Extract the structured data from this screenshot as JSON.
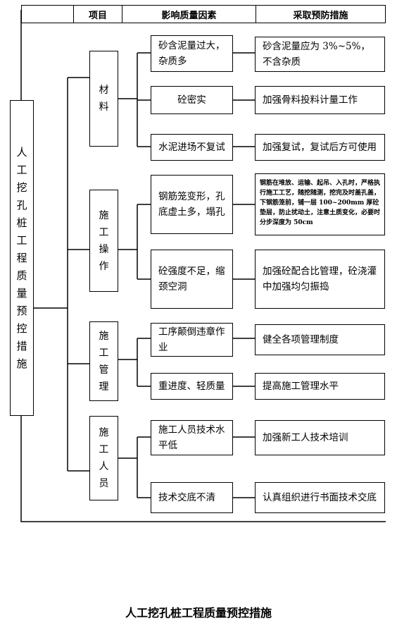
{
  "header": {
    "col_item": "项目",
    "col_factor": "影响质量因素",
    "col_measure": "采取预防措施"
  },
  "root": {
    "title": "人工挖孔桩工程质量预控措施"
  },
  "groups": [
    {
      "name": "材料",
      "rows": [
        {
          "factor": "砂含泥量过大，杂质多",
          "measure": "砂含泥量应为 3%~5%，不含杂质"
        },
        {
          "factor": "砼密实",
          "measure": "加强骨料投料计量工作"
        },
        {
          "factor": "水泥进场不复试",
          "measure": "加强复试，复试后方可使用"
        }
      ]
    },
    {
      "name": "施工操作",
      "rows": [
        {
          "factor": "钢筋笼变形，孔底虚土多，塌孔",
          "measure": "钢筋在堆放、运输、起吊、入孔时，严格执行施工工艺，随挖随测，挖完及时盖孔盖，下钢筋笼前，铺一层 100~200mm 厚砼垫层，防止扰动土，注意土质变化，必要时分步深度为 50cm"
        },
        {
          "factor": "砼强度不足，缩颈空洞",
          "measure": "加强砼配合比管理，砼浇灌中加强均匀振捣"
        }
      ]
    },
    {
      "name": "施工管理",
      "rows": [
        {
          "factor": "工序颠倒违章作业",
          "measure": "健全各项管理制度"
        },
        {
          "factor": "重进度、轻质量",
          "measure": "提高施工管理水平"
        }
      ]
    },
    {
      "name": "施工人员",
      "rows": [
        {
          "factor": "施工人员技术水平低",
          "measure": "加强新工人技术培训"
        },
        {
          "factor": "技术交底不清",
          "measure": "认真组织进行书面技术交底"
        }
      ]
    }
  ],
  "caption": "人工挖孔桩工程质量预控措施"
}
